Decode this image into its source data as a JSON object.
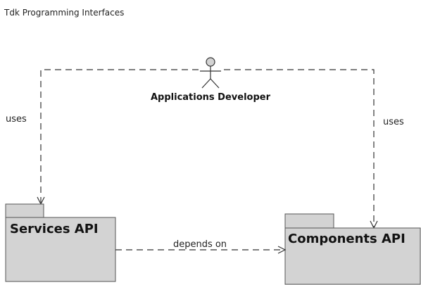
{
  "diagram": {
    "title": "Tdk Programming Interfaces",
    "actor": {
      "label": "Applications Developer"
    },
    "packages": {
      "services": {
        "label": "Services API"
      },
      "components": {
        "label": "Components API"
      }
    },
    "edges": {
      "uses_left": "uses",
      "uses_right": "uses",
      "depends_on": "depends on"
    },
    "colors": {
      "package_fill": "#d3d3d3",
      "line": "#333333"
    }
  }
}
